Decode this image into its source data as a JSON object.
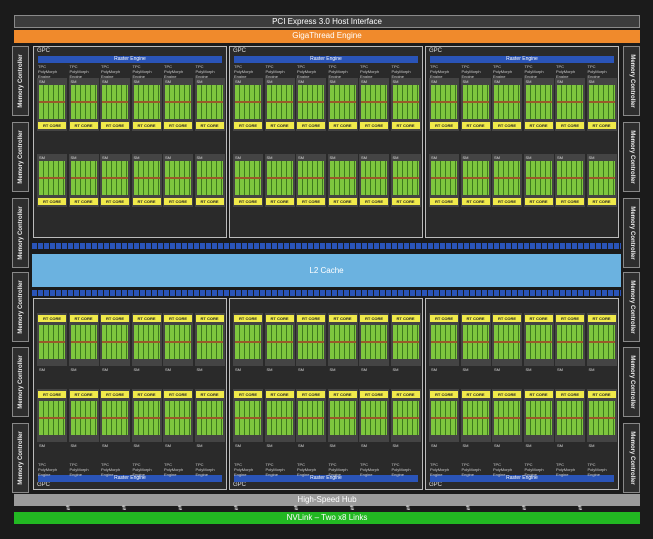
{
  "header": {
    "pcie": "PCI Express 3.0 Host Interface",
    "giga": "GigaThread Engine"
  },
  "memory_controller_label": "Memory Controller",
  "gpc_label": "GPC",
  "raster_label": "Raster Engine",
  "tpc_label": "TPC",
  "polymorph_label": "PolyMorph Engine",
  "sm_label": "SM",
  "rt_label": "RT CORE",
  "l2": "L2 Cache",
  "hub": "High-Speed Hub",
  "nvlink": "NVLink – Two x8 Links",
  "colors": {
    "accent_orange": "#f08a2c",
    "nvlink_green": "#22b822",
    "l2_blue": "#6bb2e0",
    "rt_yellow": "#f0ea4a",
    "raster_blue": "#2a54b8",
    "core_green": "#7ec63e"
  }
}
